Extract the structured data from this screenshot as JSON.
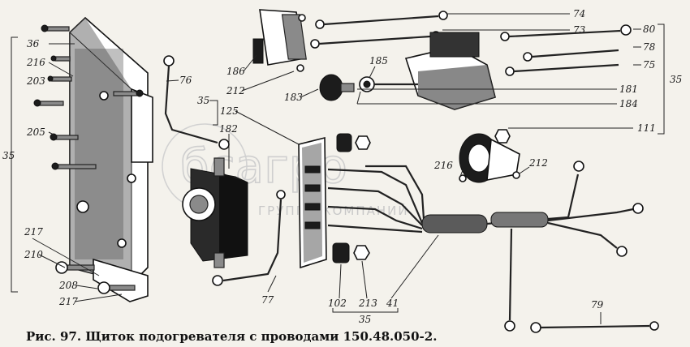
{
  "caption": "Рис. 97. Щиток подогревателя с проводами 150.48.050-2.",
  "watermark": {
    "brand": "бсагро",
    "subtitle": "ГРУППА КОМПАНИЙ"
  },
  "labels": {
    "l36": "36",
    "l216a": "216",
    "l203": "203",
    "l205": "205",
    "l35left": "35",
    "l217a": "217",
    "l210": "210",
    "l208": "208",
    "l217b": "217",
    "l76": "76",
    "l186": "186",
    "l212a": "212",
    "l35b": "35",
    "l125": "125",
    "l183": "183",
    "l182": "182",
    "l74": "74",
    "l73": "73",
    "l185": "185",
    "l181": "181",
    "l184": "184",
    "l80": "80",
    "l78": "78",
    "l75": "75",
    "l35right": "35",
    "l111": "111",
    "l216b": "216",
    "l212b": "212",
    "l77": "77",
    "l102": "102",
    "l213": "213",
    "l41": "41",
    "l35bottom": "35",
    "l79": "79"
  }
}
